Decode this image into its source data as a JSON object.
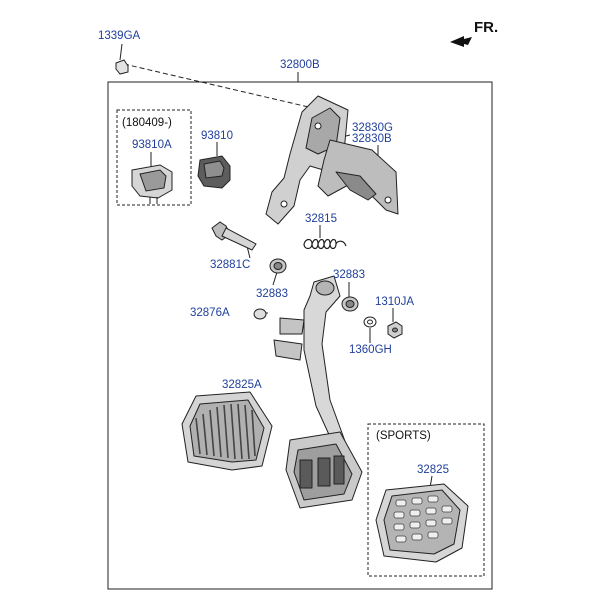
{
  "header": {
    "direction_label": "FR."
  },
  "boxes": {
    "variant_note": "(180409-)",
    "sports_note": "(SPORTS)"
  },
  "parts": {
    "p1339GA": "1339GA",
    "p32800B": "32800B",
    "p93810": "93810",
    "p93810A": "93810A",
    "p32830G": "32830G",
    "p32830B": "32830B",
    "p32815": "32815",
    "p32881C": "32881C",
    "p32883a": "32883",
    "p32883b": "32883",
    "p1310JA": "1310JA",
    "p32876A": "32876A",
    "p1360GH": "1360GH",
    "p32825A": "32825A",
    "p32825": "32825"
  },
  "colors": {
    "label": "#1f3f9a",
    "line": "#222222"
  }
}
